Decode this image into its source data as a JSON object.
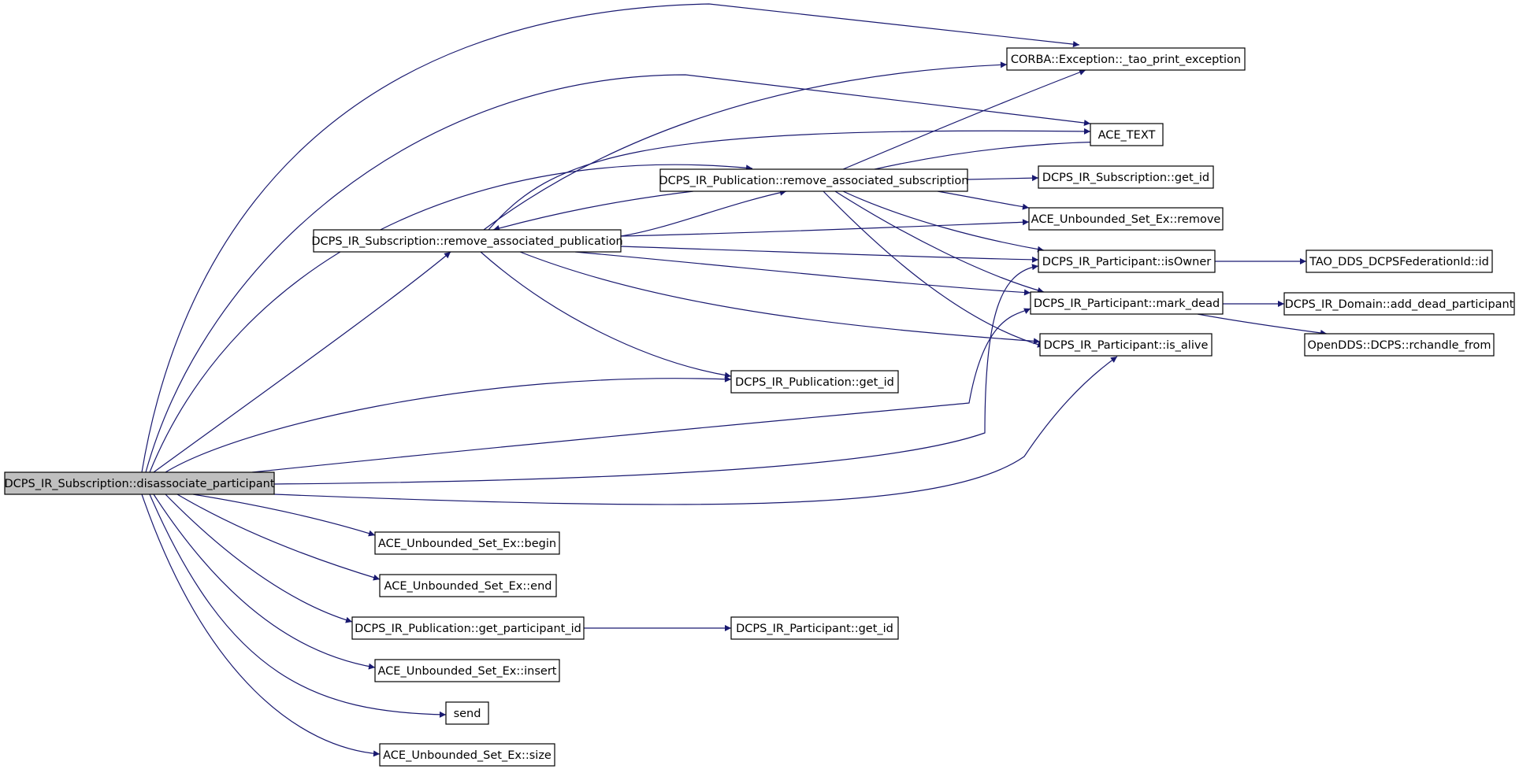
{
  "colors": {
    "edge": "#191970",
    "root_fill": "#bfbfbf",
    "node_fill": "#ffffff",
    "node_border": "#000000"
  },
  "nodes": {
    "root": "DCPS_IR_Subscription::disassociate_participant",
    "sub_rap": "DCPS_IR_Subscription::remove_associated_publication",
    "pub_ras": "DCPS_IR_Publication::remove_associated_subscription",
    "corba_ex": "CORBA::Exception::_tao_print_exception",
    "ace_text": "ACE_TEXT",
    "sub_get_id": "DCPS_IR_Subscription::get_id",
    "set_remove": "ACE_Unbounded_Set_Ex::remove",
    "part_is_owner": "DCPS_IR_Participant::isOwner",
    "fed_id": "TAO_DDS_DCPSFederationId::id",
    "part_mark_dead": "DCPS_IR_Participant::mark_dead",
    "dom_add_dead": "DCPS_IR_Domain::add_dead_participant",
    "rchandle_from": "OpenDDS::DCPS::rchandle_from",
    "part_is_alive": "DCPS_IR_Participant::is_alive",
    "pub_get_id": "DCPS_IR_Publication::get_id",
    "set_begin": "ACE_Unbounded_Set_Ex::begin",
    "set_end": "ACE_Unbounded_Set_Ex::end",
    "pub_get_pid": "DCPS_IR_Publication::get_participant_id",
    "part_get_id": "DCPS_IR_Participant::get_id",
    "set_insert": "ACE_Unbounded_Set_Ex::insert",
    "send": "send",
    "set_size": "ACE_Unbounded_Set_Ex::size"
  },
  "edges": [
    [
      "root",
      "corba_ex"
    ],
    [
      "root",
      "ace_text"
    ],
    [
      "root",
      "pub_ras"
    ],
    [
      "root",
      "sub_rap"
    ],
    [
      "root",
      "pub_get_id"
    ],
    [
      "root",
      "part_mark_dead"
    ],
    [
      "root",
      "part_is_owner"
    ],
    [
      "root",
      "part_is_alive"
    ],
    [
      "root",
      "set_begin"
    ],
    [
      "root",
      "set_end"
    ],
    [
      "root",
      "pub_get_pid"
    ],
    [
      "root",
      "set_insert"
    ],
    [
      "root",
      "send"
    ],
    [
      "root",
      "set_size"
    ],
    [
      "sub_rap",
      "corba_ex"
    ],
    [
      "sub_rap",
      "ace_text"
    ],
    [
      "sub_rap",
      "pub_ras"
    ],
    [
      "sub_rap",
      "set_remove"
    ],
    [
      "sub_rap",
      "part_is_owner"
    ],
    [
      "sub_rap",
      "part_mark_dead"
    ],
    [
      "sub_rap",
      "part_is_alive"
    ],
    [
      "sub_rap",
      "pub_get_id"
    ],
    [
      "pub_ras",
      "sub_rap"
    ],
    [
      "pub_ras",
      "corba_ex"
    ],
    [
      "pub_ras",
      "ace_text"
    ],
    [
      "pub_ras",
      "sub_get_id"
    ],
    [
      "pub_ras",
      "set_remove"
    ],
    [
      "pub_ras",
      "part_is_owner"
    ],
    [
      "pub_ras",
      "part_mark_dead"
    ],
    [
      "pub_ras",
      "part_is_alive"
    ],
    [
      "part_is_owner",
      "fed_id"
    ],
    [
      "part_mark_dead",
      "dom_add_dead"
    ],
    [
      "part_mark_dead",
      "rchandle_from"
    ],
    [
      "pub_get_pid",
      "part_get_id"
    ]
  ]
}
